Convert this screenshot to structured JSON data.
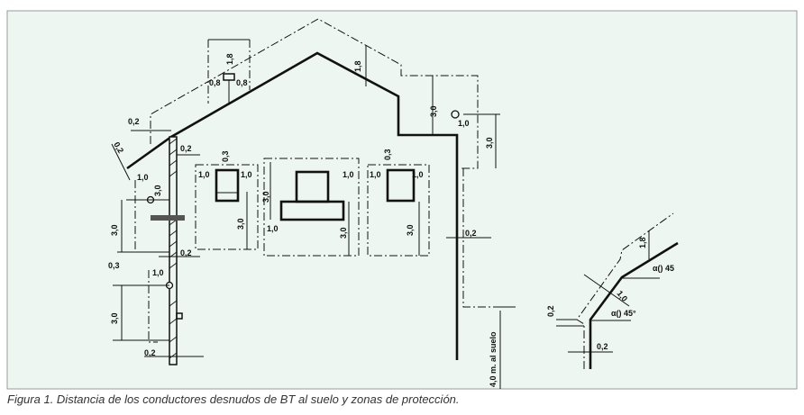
{
  "figure": {
    "background": "#eef6f2",
    "labels": {
      "chimney_height": "1,8",
      "chimney_left": "0,8",
      "chimney_right": "0,8",
      "roof_offset": "1,8",
      "roof_right_height": "3,0",
      "right_lamp_horiz": "1,0",
      "right_lamp_vert": "3,0",
      "eave_top": "0,2",
      "eave_diag": "0,2",
      "wall_top": "0,2",
      "left_window_top": "0,3",
      "left_window_left": "1,0",
      "left_window_right": "1,0",
      "left_window_height": "3,0",
      "mid_window_right": "1,0",
      "mid_window_up": "3,0",
      "mid_window_left": "1,0",
      "mid_window_height": "3,0",
      "right_window_top": "0,3",
      "right_window_left": "1,0",
      "right_window_right": "1,0",
      "right_window_height": "3,0",
      "balcony_horiz": "1,0",
      "balcony_vert": "3,0",
      "balcony_below": "3,0",
      "wall_mid": "0,2",
      "lamp_offset_vert": "0,3",
      "lamp_offset_horiz": "1,0",
      "lower_height": "3,0",
      "wall_bottom": "0,2",
      "right_wall": "0,2",
      "ground_clearance": "4,0 m. al suelo"
    },
    "inset_labels": {
      "upper_offset": "1,8",
      "upper_angle": "α() 45",
      "slope_offset": "1,0",
      "lower_angle": "α() 45°",
      "step_height": "0,2",
      "wall_offset": "0,2"
    }
  },
  "caption": "Figura 1. Distancia de los conductores desnudos de BT al suelo y zonas de protección."
}
